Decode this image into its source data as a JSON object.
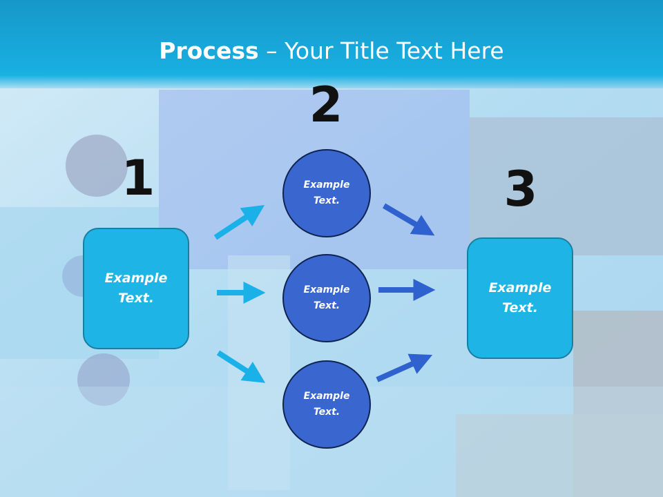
{
  "title": {
    "bold": "Process",
    "rest": " – Your Title Text Here"
  },
  "steps": [
    {
      "number": "1",
      "text": "Example\nText."
    },
    {
      "number": "2",
      "items": [
        "Example\nText.",
        "Example\nText.",
        "Example\nText."
      ]
    },
    {
      "number": "3",
      "text": "Example\nText."
    }
  ],
  "colors": {
    "title_bar": "#19aee0",
    "box_fill": "#1fb4e6",
    "circle_fill": "#3a66d0",
    "arrow_light": "#19b1e8",
    "arrow_dark": "#2f62cf",
    "number_text": "#111111"
  }
}
